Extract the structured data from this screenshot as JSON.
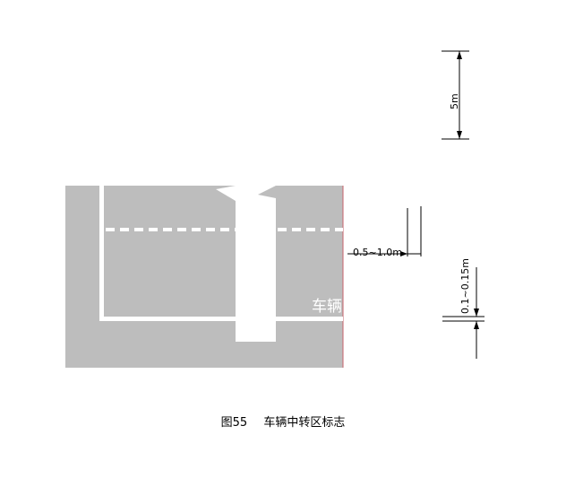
{
  "figure": {
    "number": "图55",
    "title": "车辆中转区标志"
  },
  "road_marking": {
    "text": "车辆"
  },
  "dimensions": {
    "vertical_length": "5m",
    "horizontal_offset": "0.5~1.0m",
    "line_width": "0.1~0.15m"
  },
  "colors": {
    "road": "#bdbdbd",
    "marking": "#ffffff",
    "edge": "#c7636b",
    "dimension_line": "#000000"
  }
}
